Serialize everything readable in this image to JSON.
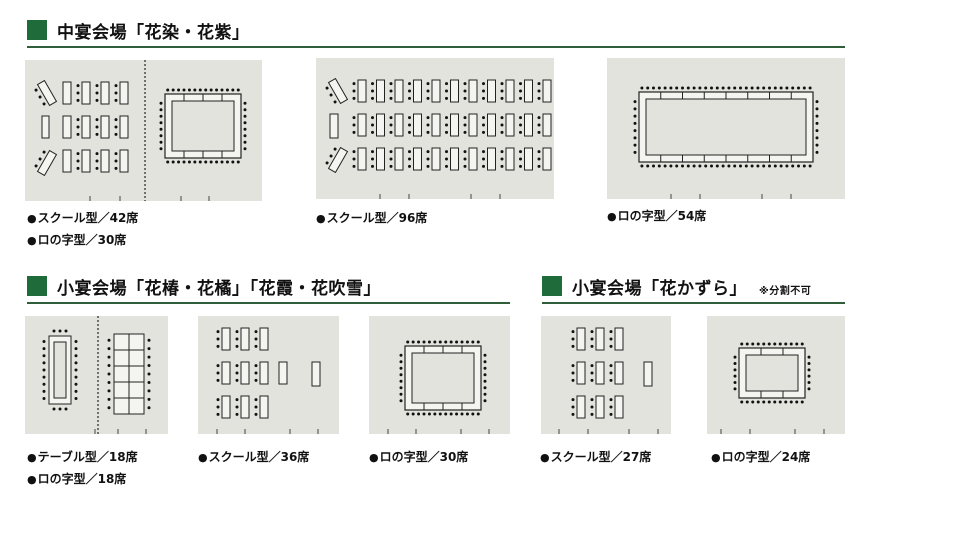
{
  "sections": {
    "chuen": {
      "title": "中宴会場「花染・花紫」"
    },
    "shoen1": {
      "title": "小宴会場「花椿・花橘」「花霞・花吹雪」"
    },
    "shoen2": {
      "title": "小宴会場「花かずら」",
      "note": "※分割不可"
    }
  },
  "captions": {
    "c1a": "スクール型／42席",
    "c1b": "ロの字型／30席",
    "c2": "スクール型／96席",
    "c3": "ロの字型／54席",
    "c4a": "テーブル型／18席",
    "c4b": "ロの字型／18席",
    "c5": "スクール型／36席",
    "c6": "ロの字型／30席",
    "c7": "スクール型／27席",
    "c8": "ロの字型／24席"
  },
  "bullet": "●",
  "colors": {
    "accent": "#1f6b3a",
    "panel": "#e2e3dc",
    "line": "#2f5e3a"
  }
}
